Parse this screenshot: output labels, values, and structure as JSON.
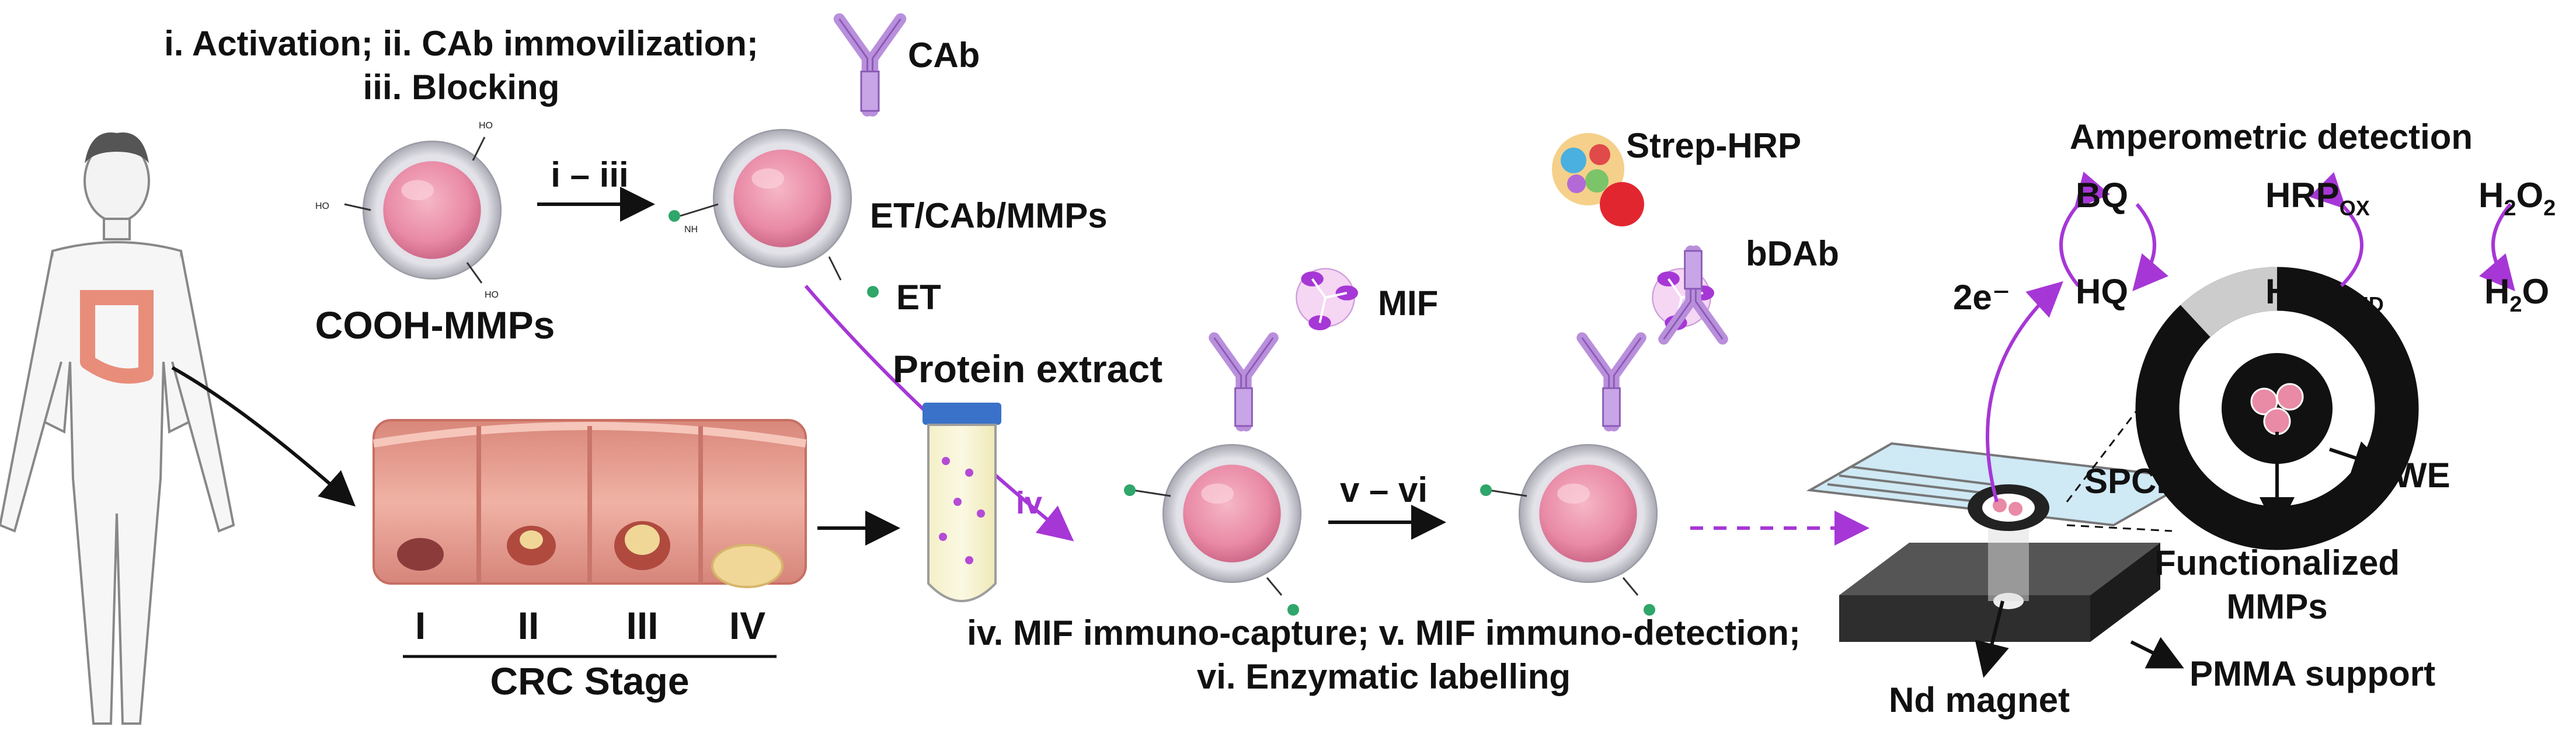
{
  "steps_top": {
    "line1": "i. Activation; ii. CAb immovilization;",
    "line2": "iii. Blocking",
    "arrow": "i – iii"
  },
  "labels": {
    "cooh_mmps": "COOH-MMPs",
    "cab": "CAb",
    "et_cab_mmps": "ET/CAb/MMPs",
    "et": "ET",
    "protein_extract": "Protein extract",
    "iv_marker": "iv",
    "mif": "MIF",
    "v_vi": "v – vi",
    "strep_hrp": "Strep-HRP",
    "bdab": "bDAb",
    "cooh": "HO",
    "amide": "NH"
  },
  "steps_bottom": {
    "line1": "iv. MIF immuno-capture; v. MIF immuno-detection;",
    "line2": "vi. Enzymatic labelling"
  },
  "crc": {
    "stages": [
      "I",
      "II",
      "III",
      "IV"
    ],
    "title": "CRC Stage"
  },
  "detection": {
    "title": "Amperometric detection",
    "bq": "BQ",
    "hq": "HQ",
    "hrp": "HRP",
    "ox_sub": "OX",
    "red_sub": "RED",
    "h2o2_h": "H",
    "h2o2_2a": "2",
    "h2o2_o": "O",
    "h2o2_2b": "2",
    "h2o_h": "H",
    "h2o_2": "2",
    "h2o_o": "O",
    "electrons": "2e⁻"
  },
  "device": {
    "spce": "SPCE",
    "we": "WE",
    "functionalized_1": "Functionalized",
    "functionalized_2": "MMPs",
    "nd_magnet": "Nd magnet",
    "pmma": "PMMA support"
  },
  "colors": {
    "purple": "#a637d6",
    "antibody": "#b98fdc",
    "bead": "#ea8aa6",
    "shell": "#cfcfd6",
    "tissue": "#e9a08f"
  }
}
